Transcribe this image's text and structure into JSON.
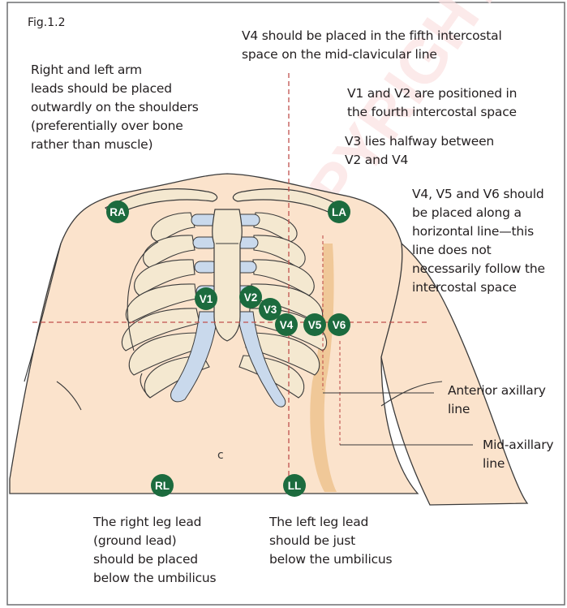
{
  "figure_label": "Fig.1.2",
  "watermark": "COPYRIGHT",
  "umbilicus_mark": "c",
  "notes": {
    "v4_placement": [
      "V4 should be placed in the fifth intercostal",
      "space on the mid-clavicular line"
    ],
    "arm_leads": [
      "Right and left arm",
      "leads should be placed",
      "outwardly on the shoulders",
      "(preferentially over bone",
      "rather than muscle)"
    ],
    "v1_v2": [
      "V1 and V2 are positioned in",
      "the fourth intercostal space"
    ],
    "v3": [
      "V3 lies halfway between",
      " V2 and V4"
    ],
    "v4_v5_v6": [
      "V4, V5 and V6 should",
      "be placed along a",
      "horizontal line—this",
      "line does not",
      "necessarily follow the",
      "intercostal space"
    ],
    "anterior_axillary": [
      "Anterior axillary",
      "line"
    ],
    "mid_axillary": [
      "Mid-axillary",
      "line"
    ],
    "right_leg": [
      "The right leg lead",
      "(ground lead)",
      "should be placed",
      "below the umbilicus"
    ],
    "left_leg": [
      "The left leg lead",
      "should be just",
      "below the umbilicus"
    ]
  },
  "electrodes": [
    {
      "id": "ra",
      "label": "RA"
    },
    {
      "id": "la",
      "label": "LA"
    },
    {
      "id": "v1",
      "label": "V1"
    },
    {
      "id": "v2",
      "label": "V2"
    },
    {
      "id": "v3",
      "label": "V3"
    },
    {
      "id": "v4",
      "label": "V4"
    },
    {
      "id": "v5",
      "label": "V5"
    },
    {
      "id": "v6",
      "label": "V6"
    },
    {
      "id": "rl",
      "label": "RL"
    },
    {
      "id": "ll",
      "label": "LL"
    }
  ],
  "colors": {
    "skin": "#fbe3cc",
    "skin_shadow": "#f0c898",
    "bone": "#f4e8d0",
    "cartilage": "#c9d9ec",
    "electrode": "#1c6b3e",
    "guide_line": "#c0504d",
    "outline": "#3a3a3a"
  }
}
